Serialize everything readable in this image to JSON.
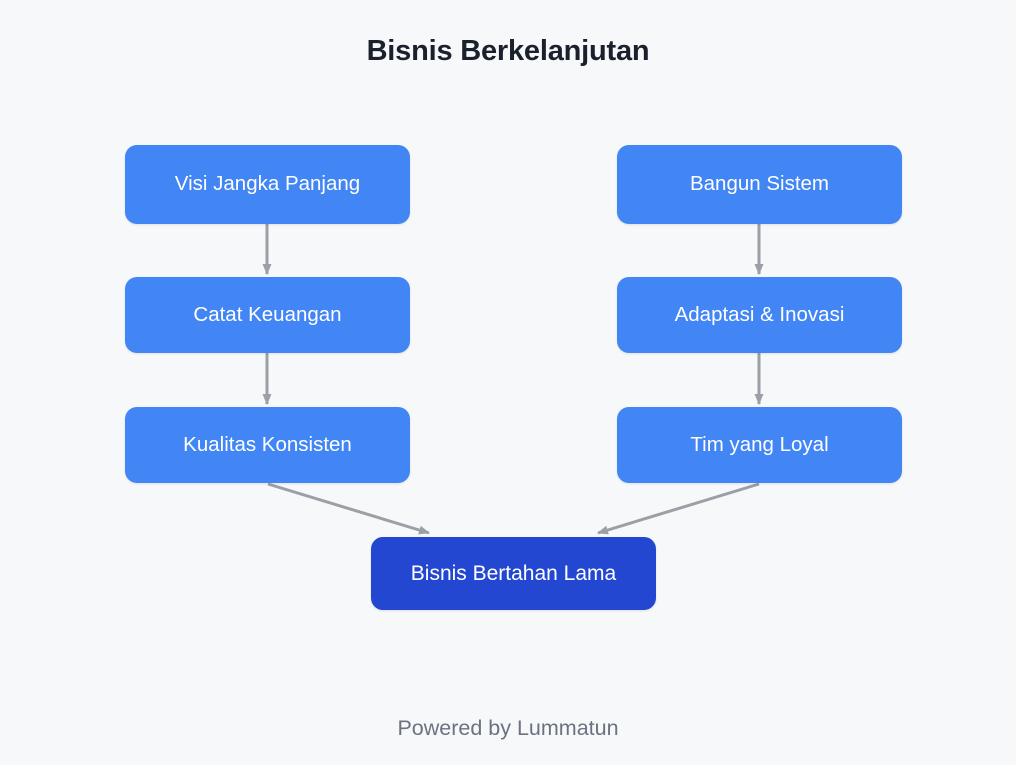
{
  "header": {
    "title": "Bisnis Berkelanjutan"
  },
  "footer": {
    "text": "Powered by Lummatun"
  },
  "colors": {
    "background": "#f7f8fa",
    "node_fill": "#4285f4",
    "outcome_fill": "#2447d1",
    "node_text": "#ffffff",
    "title_text": "#1a202c",
    "footer_text": "#6b7280",
    "connector": "#9aa0a6"
  },
  "chart_data": {
    "type": "diagram",
    "title": "Bisnis Berkelanjutan",
    "diagram_kind": "flowchart",
    "direction": "top-down",
    "nodes": [
      {
        "id": "visi",
        "label": "Visi Jangka Panjang",
        "column": "left",
        "row": 1,
        "style": "level"
      },
      {
        "id": "catat",
        "label": "Catat Keuangan",
        "column": "left",
        "row": 2,
        "style": "level"
      },
      {
        "id": "kualitas",
        "label": "Kualitas Konsisten",
        "column": "left",
        "row": 3,
        "style": "level"
      },
      {
        "id": "bangun",
        "label": "Bangun Sistem",
        "column": "right",
        "row": 1,
        "style": "level"
      },
      {
        "id": "adaptasi",
        "label": "Adaptasi & Inovasi",
        "column": "right",
        "row": 2,
        "style": "level"
      },
      {
        "id": "tim",
        "label": "Tim yang Loyal",
        "column": "right",
        "row": 3,
        "style": "level"
      },
      {
        "id": "outcome",
        "label": "Bisnis Bertahan Lama",
        "column": "center",
        "row": 4,
        "style": "outcome"
      }
    ],
    "edges": [
      {
        "from": "visi",
        "to": "catat",
        "kind": "arrow",
        "orientation": "vertical"
      },
      {
        "from": "catat",
        "to": "kualitas",
        "kind": "arrow",
        "orientation": "vertical"
      },
      {
        "from": "bangun",
        "to": "adaptasi",
        "kind": "arrow",
        "orientation": "vertical"
      },
      {
        "from": "adaptasi",
        "to": "tim",
        "kind": "arrow",
        "orientation": "vertical"
      },
      {
        "from": "kualitas",
        "to": "outcome",
        "kind": "arrow",
        "orientation": "diagonal-right-down"
      },
      {
        "from": "tim",
        "to": "outcome",
        "kind": "arrow",
        "orientation": "diagonal-left-down"
      }
    ]
  }
}
